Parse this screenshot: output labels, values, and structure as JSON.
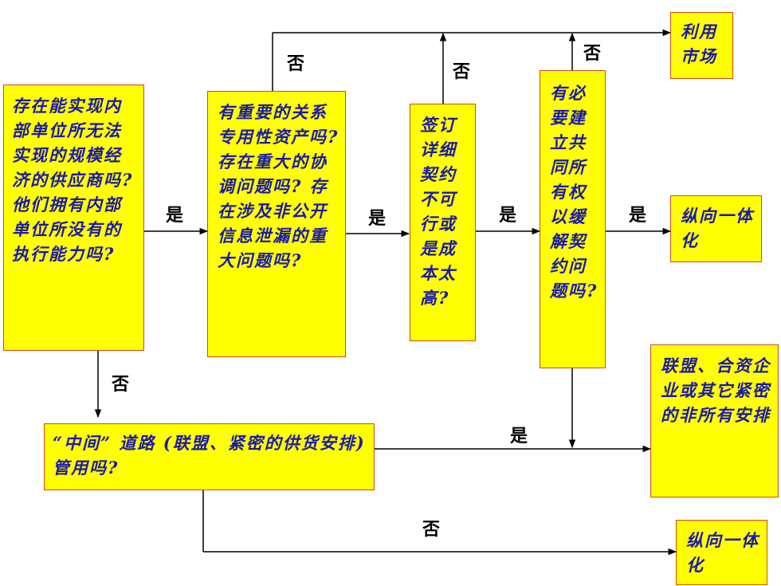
{
  "boxes": {
    "q1": "存在能实现内部单位所无法实现的规模经济的供应商吗?他们拥有内部单位所没有的执行能力吗?",
    "q2": "有重要的关系专用性资产吗? 存在重大的协调问题吗? 存在涉及非公开信息泄漏的重大问题吗?",
    "q3": "签订详细契约不可行或是成本太高?",
    "q4": "有必要建立共同所有权以缓解契约问题吗?",
    "q5": "“中间” 道路 (联盟、紧密的供货安排) 管用吗?",
    "outcome_market": "利用市场",
    "outcome_vertical_1": "纵向一体化",
    "outcome_alliance": "联盟、合资企业或其它紧密的非所有安排",
    "outcome_vertical_2": "纵向一体化"
  },
  "labels": {
    "yes": "是",
    "no": "否"
  },
  "colors": {
    "box_fill": "#ffff00",
    "box_border": "#d04a1a",
    "box_text": "#1a1aa8",
    "line": "#000000"
  }
}
